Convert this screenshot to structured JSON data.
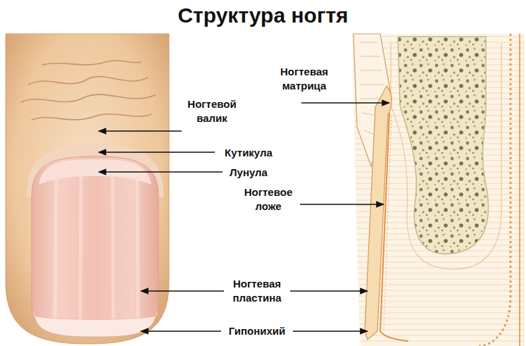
{
  "diagram": {
    "title": "Структура ногтя",
    "labels": [
      "Ногтевая матрица",
      "Ногтевой валик",
      "Кутикула",
      "Лунула",
      "Ногтевое ложе",
      "Ногтевая пластина",
      "Гипонихий"
    ]
  }
}
